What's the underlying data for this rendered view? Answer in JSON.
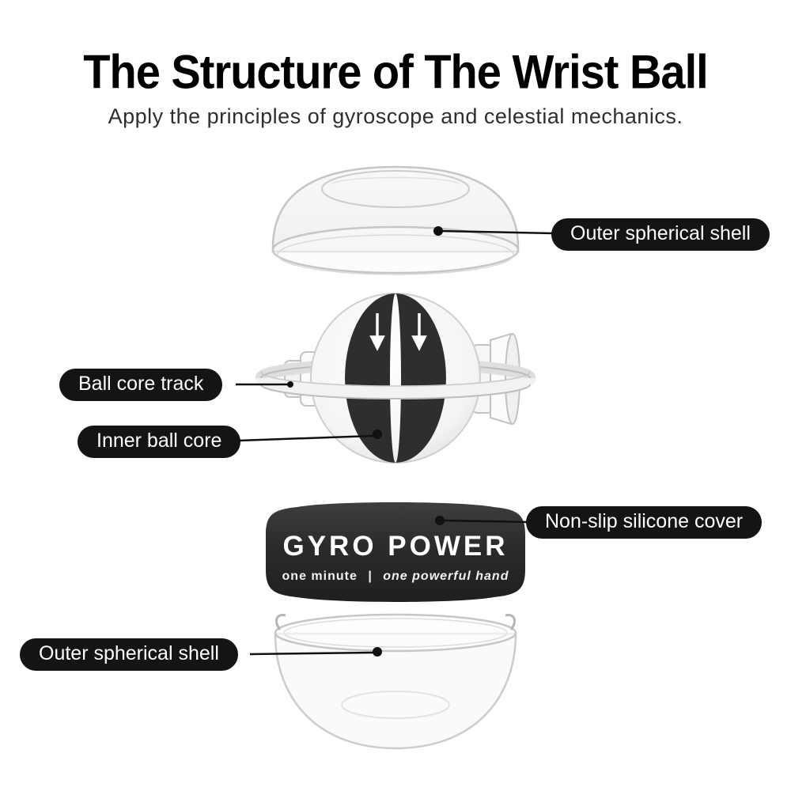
{
  "header": {
    "title": "The Structure of The Wrist Ball",
    "subtitle": "Apply the principles of gyroscope and celestial mechanics."
  },
  "labels": {
    "outer_shell_top": "Outer spherical shell",
    "ball_core_track": "Ball core track",
    "inner_ball_core": "Inner ball core",
    "silicone_cover": "Non-slip silicone cover",
    "outer_shell_bottom": "Outer spherical shell"
  },
  "cover": {
    "brand": "GYRO POWER",
    "tagline_left": "one minute",
    "separator": "|",
    "tagline_right": "one powerful hand"
  },
  "colors": {
    "label_background": "#141414",
    "label_text": "#ffffff",
    "cover_background": "#2b2b2b",
    "title_text": "#000000",
    "subtitle_text": "#2e2e2e",
    "shell_outline": "#c9c9c9"
  }
}
